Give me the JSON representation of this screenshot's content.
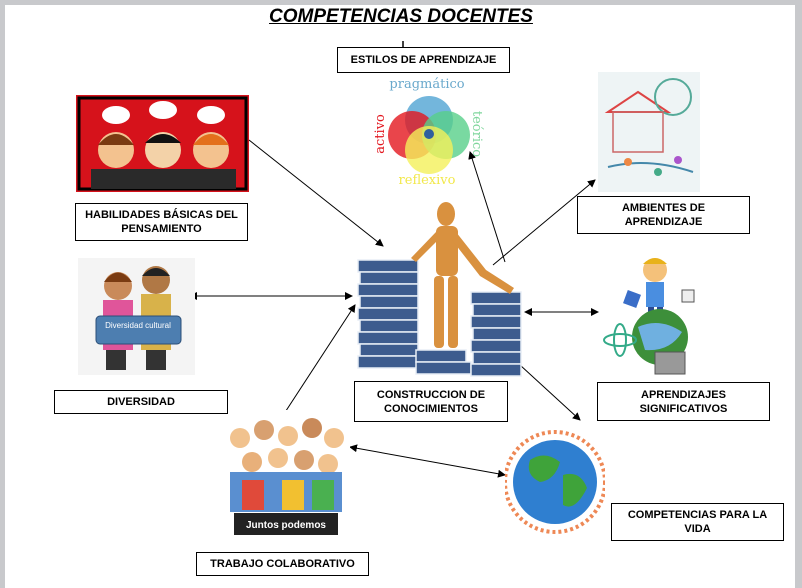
{
  "title": "COMPETENCIAS DOCENTES",
  "nodes": {
    "estilos": "ESTILOS DE APRENDIZAJE",
    "habilidades": "HABILIDADES BÁSICAS DEL PENSAMIENTO",
    "ambientes": "AMBIENTES DE APRENDIZAJE",
    "diversidad": "DIVERSIDAD",
    "construccion": "CONSTRUCCION DE CONOCIMIENTOS",
    "aprendizajes": "APRENDIZAJES SIGNIFICATIVOS",
    "competencias_vida": "COMPETENCIAS PARA LA VIDA",
    "trabajo": "TRABAJO COLABORATIVO"
  },
  "styles_image": {
    "top": "pragmático",
    "left": "activo",
    "right": "teórico",
    "bottom": "reflexivo"
  },
  "diversity_image_text": "Diversidad cultural",
  "team_image_text": "Juntos podemos"
}
